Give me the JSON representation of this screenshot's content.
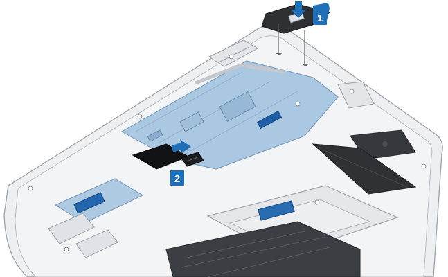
{
  "colors": {
    "accent": "#1f6fb8",
    "callout_text": "#ffffff",
    "chassis": "#ecedef",
    "outline": "#9ca0a6",
    "board": "#a9c7e0",
    "board_dark": "#7f9fbe"
  },
  "callouts": [
    {
      "number": "1",
      "target": "daughter-board"
    },
    {
      "number": "2",
      "target": "fpc-connector"
    }
  ],
  "icons": {
    "press_arrow": "down-arrow-icon",
    "slide_arrow": "right-arrow-icon"
  }
}
